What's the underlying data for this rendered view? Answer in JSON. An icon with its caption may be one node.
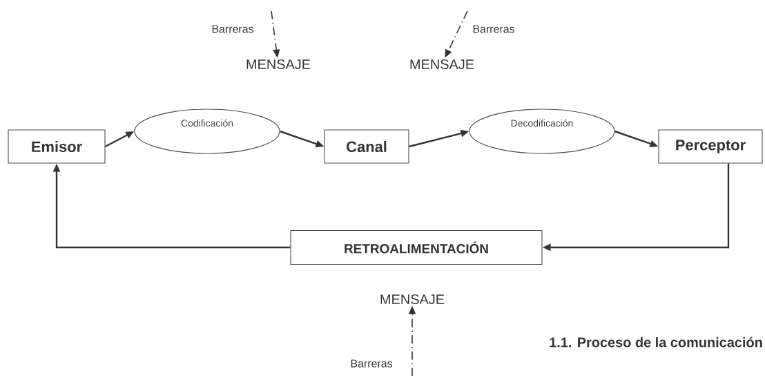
{
  "diagram": {
    "caption": "1.1. Proceso de la comunicación",
    "nodes": [
      {
        "text": [
          "Emisor"
        ]
      },
      {
        "text": [
          "Codificación"
        ]
      },
      {
        "text": [
          "Canal"
        ]
      },
      {
        "text": [
          "Decodificación"
        ]
      },
      {
        "text": [
          "Perceptor"
        ]
      },
      {
        "text": [
          "RETROALIMENTACIÓN"
        ]
      },
      {
        "text": [
          "MENSAJE"
        ]
      },
      {
        "text": [
          "MENSAJE"
        ]
      },
      {
        "text": [
          "MENSAJE"
        ]
      }
    ],
    "edges": [
      {
        "from": 0,
        "to": 1,
        "arrow": "to"
      },
      {
        "from": 1,
        "to": 2,
        "arrow": "to"
      },
      {
        "from": 2,
        "to": 3,
        "arrow": "to"
      },
      {
        "from": 3,
        "to": 4,
        "arrow": "to"
      },
      {
        "from": 4,
        "to": 5,
        "arrow": "to"
      },
      {
        "from": 5,
        "to": 0,
        "arrow": "to"
      },
      {
        "from": null,
        "to": 6,
        "arrow": "to",
        "label": "Barreras",
        "style": "dashed"
      },
      {
        "from": null,
        "to": 7,
        "arrow": "to",
        "label": "Barreras",
        "style": "dashed"
      },
      {
        "from": null,
        "to": 8,
        "arrow": "to",
        "label": "Barreras",
        "style": "dashed"
      }
    ]
  }
}
